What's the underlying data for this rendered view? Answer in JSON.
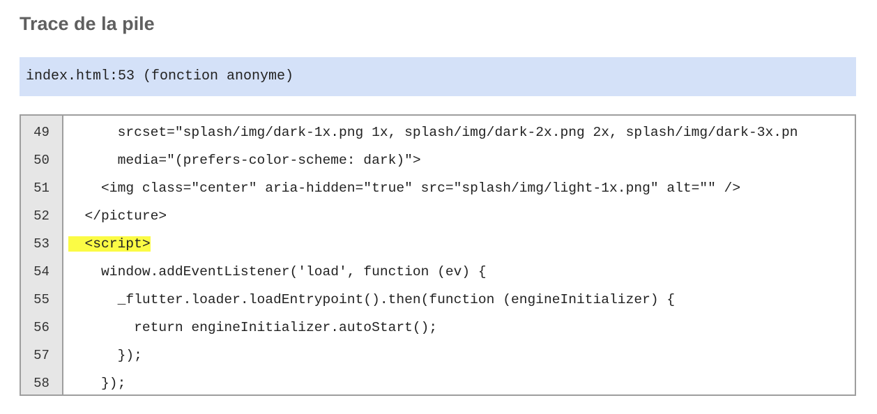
{
  "title": "Trace de la pile",
  "frame": {
    "label": "index.html:53 (fonction anonyme)"
  },
  "code": {
    "highlighted_line": 53,
    "lines": [
      {
        "no": "49",
        "indent": "      ",
        "text": "srcset=\"splash/img/dark-1x.png 1x, splash/img/dark-2x.png 2x, splash/img/dark-3x.pn",
        "pre": "",
        "hl": ""
      },
      {
        "no": "50",
        "indent": "      ",
        "text": "media=\"(prefers-color-scheme: dark)\">",
        "pre": "",
        "hl": ""
      },
      {
        "no": "51",
        "indent": "    ",
        "text": "<img class=\"center\" aria-hidden=\"true\" src=\"splash/img/light-1x.png\" alt=\"\" />",
        "pre": "",
        "hl": ""
      },
      {
        "no": "52",
        "indent": "  ",
        "text": "</picture>",
        "pre": "",
        "hl": ""
      },
      {
        "no": "53",
        "indent": "",
        "text": "",
        "pre": "",
        "hl": "  <script>"
      },
      {
        "no": "54",
        "indent": "    ",
        "text": "window.addEventListener('load', function (ev) {",
        "pre": "",
        "hl": ""
      },
      {
        "no": "55",
        "indent": "      ",
        "text": "_flutter.loader.loadEntrypoint().then(function (engineInitializer) {",
        "pre": "",
        "hl": ""
      },
      {
        "no": "56",
        "indent": "        ",
        "text": "return engineInitializer.autoStart();",
        "pre": "",
        "hl": ""
      },
      {
        "no": "57",
        "indent": "      ",
        "text": "});",
        "pre": "",
        "hl": ""
      },
      {
        "no": "58",
        "indent": "    ",
        "text": "});",
        "pre": "",
        "hl": ""
      }
    ]
  },
  "colors": {
    "frame_bar_bg": "#d4e1f8",
    "highlight": "#fbfb45",
    "gutter_bg": "#e6e6e6",
    "border": "#9e9e9e"
  }
}
